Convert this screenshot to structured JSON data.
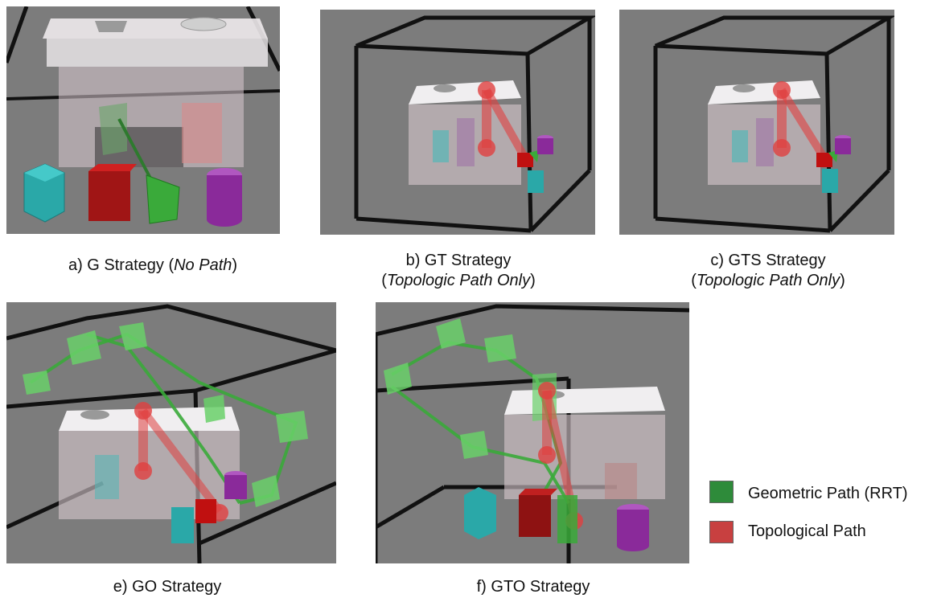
{
  "panels": [
    {
      "id": "a",
      "caption_main": "a) G Strategy (",
      "caption_italic": "No Path",
      "caption_tail": ")"
    },
    {
      "id": "b",
      "caption_main": "b) GT Strategy",
      "caption_line2_open": "(",
      "caption_italic": "Topologic Path Only",
      "caption_line2_close": ")"
    },
    {
      "id": "c",
      "caption_main": "c) GTS Strategy",
      "caption_line2_open": "(",
      "caption_italic": "Topologic Path Only",
      "caption_line2_close": ")"
    },
    {
      "id": "e",
      "caption_main": "e) GO Strategy"
    },
    {
      "id": "f",
      "caption_main": "f) GTO Strategy"
    }
  ],
  "legend": [
    {
      "label": "Geometric Path (RRT)",
      "color": "#2e8b3a"
    },
    {
      "label": "Topological Path",
      "color": "#c84040"
    }
  ],
  "colors": {
    "background": "#7c7c7c",
    "frame": "#111111",
    "box": "#e8e4e6",
    "cyan_prism": "#2aa8a8",
    "red_cube": "#b01515",
    "green_prism": "#3aaa3a",
    "purple_cylinder": "#8a2a9a",
    "geometric_path": "#5cd65c",
    "topological_path": "#e04040"
  }
}
